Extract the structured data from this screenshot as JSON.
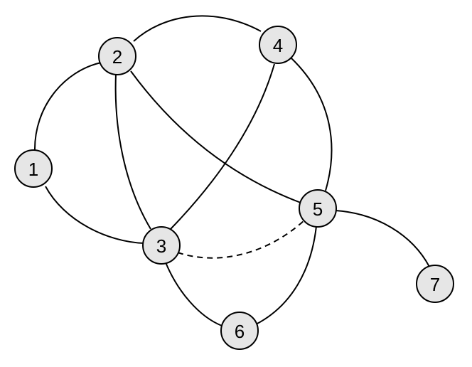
{
  "graph": {
    "nodes": [
      {
        "id": "1",
        "label": "1"
      },
      {
        "id": "2",
        "label": "2"
      },
      {
        "id": "3",
        "label": "3"
      },
      {
        "id": "4",
        "label": "4"
      },
      {
        "id": "5",
        "label": "5"
      },
      {
        "id": "6",
        "label": "6"
      },
      {
        "id": "7",
        "label": "7"
      }
    ],
    "edges": [
      {
        "from": "1",
        "to": "2",
        "style": "solid"
      },
      {
        "from": "1",
        "to": "3",
        "style": "solid"
      },
      {
        "from": "2",
        "to": "4",
        "style": "solid"
      },
      {
        "from": "2",
        "to": "3",
        "style": "solid"
      },
      {
        "from": "2",
        "to": "5",
        "style": "solid"
      },
      {
        "from": "4",
        "to": "3",
        "style": "solid"
      },
      {
        "from": "4",
        "to": "5",
        "style": "solid"
      },
      {
        "from": "3",
        "to": "5",
        "style": "dashed"
      },
      {
        "from": "3",
        "to": "6",
        "style": "solid"
      },
      {
        "from": "5",
        "to": "6",
        "style": "solid"
      },
      {
        "from": "5",
        "to": "7",
        "style": "solid"
      }
    ],
    "colors": {
      "node_fill": "#e6e6e6",
      "stroke": "#000000",
      "background": "#ffffff"
    }
  }
}
